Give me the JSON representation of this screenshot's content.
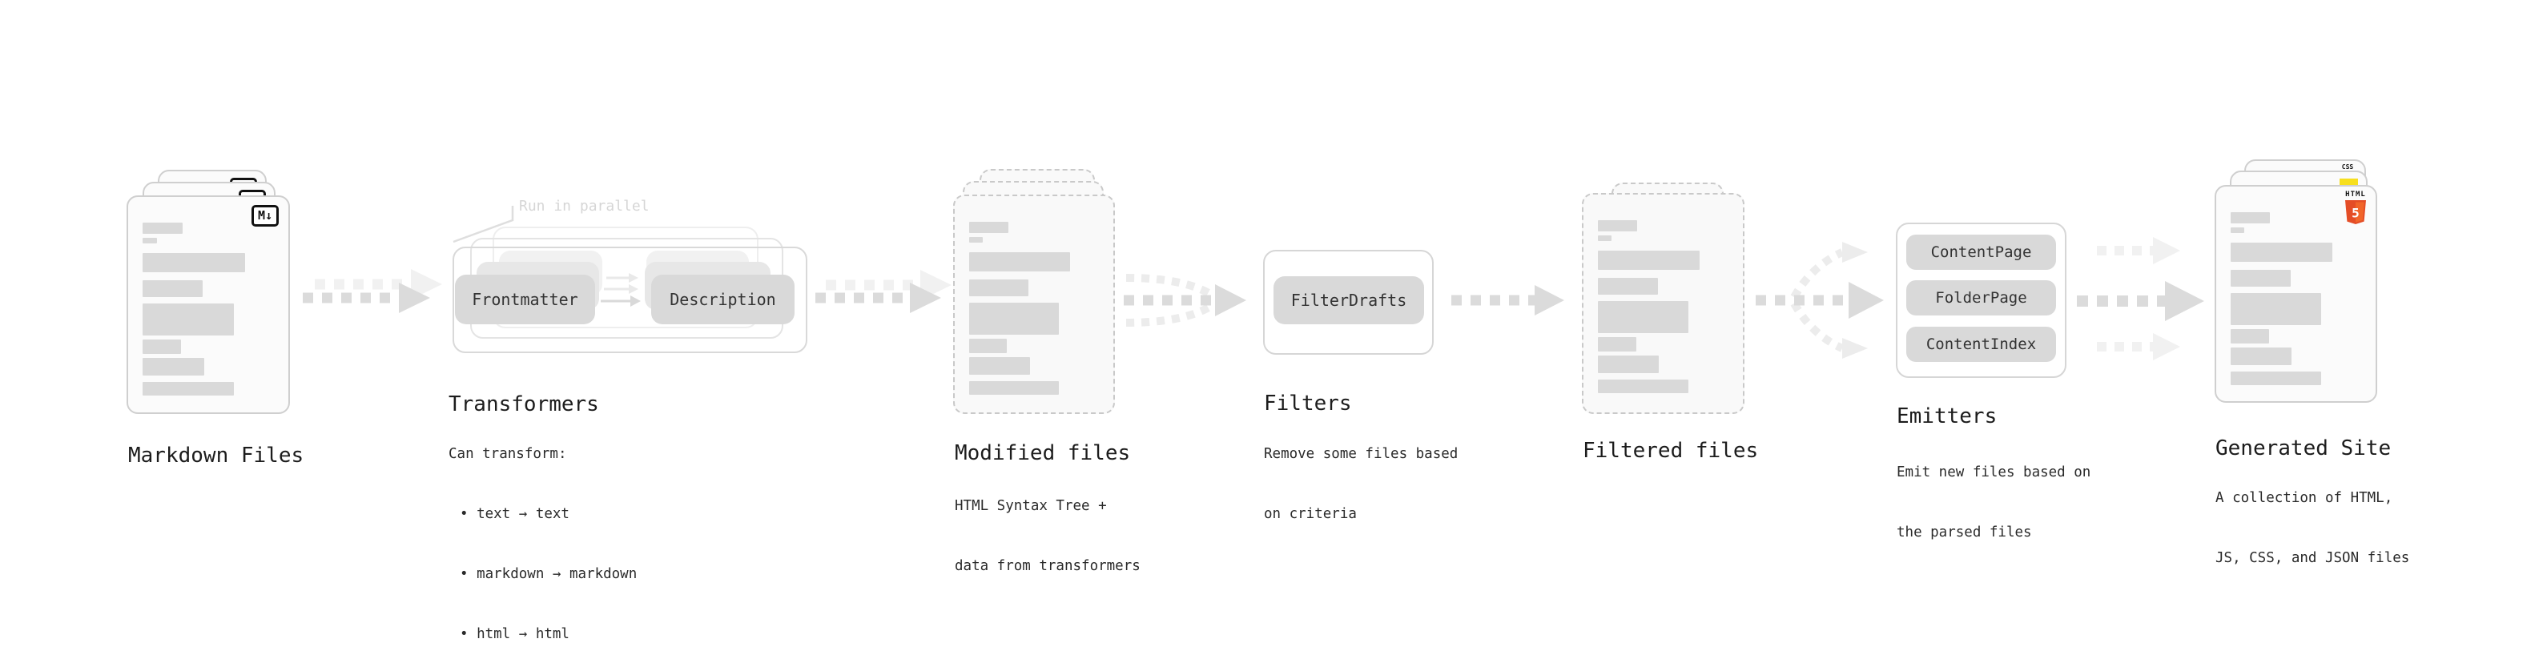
{
  "pipeline": {
    "markdown_files": {
      "title": "Markdown Files",
      "badge": "M↓"
    },
    "transformers": {
      "title": "Transformers",
      "annotation": "Run in parallel",
      "transformer_1": "Frontmatter",
      "transformer_2": "Description",
      "heading": "Can transform:",
      "bullets": [
        "• text → text",
        "• markdown → markdown",
        "• html → html"
      ]
    },
    "modified_files": {
      "title": "Modified files",
      "description_lines": [
        "HTML Syntax Tree +",
        "data from transformers"
      ]
    },
    "filters": {
      "title": "Filters",
      "filter_1": "FilterDrafts",
      "description_lines": [
        "Remove some files based",
        "on criteria"
      ]
    },
    "filtered_files": {
      "title": "Filtered files"
    },
    "emitters": {
      "title": "Emitters",
      "emitter_1": "ContentPage",
      "emitter_2": "FolderPage",
      "emitter_3": "ContentIndex",
      "description_lines": [
        "Emit new files based on",
        "the parsed files"
      ]
    },
    "generated_site": {
      "title": "Generated Site",
      "description_lines": [
        "A collection of HTML,",
        "JS, CSS, and JSON files"
      ],
      "badges": {
        "css": "CSS",
        "html_label": "HTML",
        "html_number": "5"
      }
    }
  },
  "colors": {
    "ink": "#1c1c1c",
    "body-ink": "#2a2a2a",
    "bar-gray": "#d9d9d9",
    "html5-orange": "#e44d26",
    "html5-orange-light": "#f16529",
    "js-yellow": "#f7df1e",
    "css-blue": "#2f6be4"
  }
}
